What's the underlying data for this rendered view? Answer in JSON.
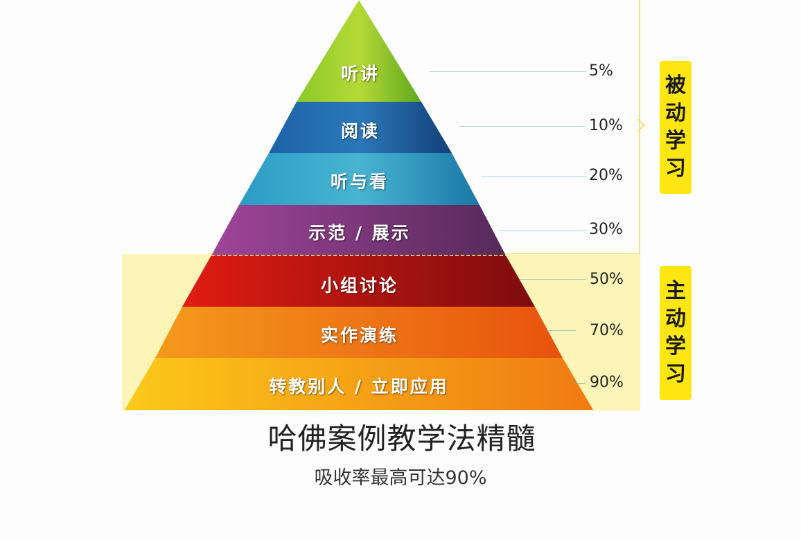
{
  "diagram": {
    "type": "learning-pyramid",
    "layers": [
      {
        "label": "听讲",
        "percent": "5%",
        "color_left": "#8bc92a",
        "color_right": "#5ea81f"
      },
      {
        "label": "阅读",
        "percent": "10%",
        "color_left": "#1e63a8",
        "color_right": "#14407a"
      },
      {
        "label": "听与看",
        "percent": "20%",
        "color_left": "#2b9cc4",
        "color_right": "#1a78a6"
      },
      {
        "label": "示范 / 展示",
        "percent": "30%",
        "color_left": "#a0449a",
        "color_right": "#562a5a"
      },
      {
        "label": "小组讨论",
        "percent": "50%",
        "color_left": "#e01c12",
        "color_right": "#7d0d0d"
      },
      {
        "label": "实作演练",
        "percent": "70%",
        "color_left": "#f49a1c",
        "color_right": "#e8520e"
      },
      {
        "label": "转教别人 / 立即应用",
        "percent": "90%",
        "color_left": "#fbc91a",
        "color_right": "#f07a12"
      }
    ],
    "groups": [
      {
        "label": "被动学习",
        "chars": [
          "被",
          "动",
          "学",
          "习"
        ]
      },
      {
        "label": "主动学习",
        "chars": [
          "主",
          "动",
          "学",
          "习"
        ]
      }
    ],
    "title": "哈佛案例教学法精髓",
    "subtitle": "吸收率最高可达90%",
    "accent_color": "#fde611",
    "active_zone_color": "#fdf5b8"
  }
}
